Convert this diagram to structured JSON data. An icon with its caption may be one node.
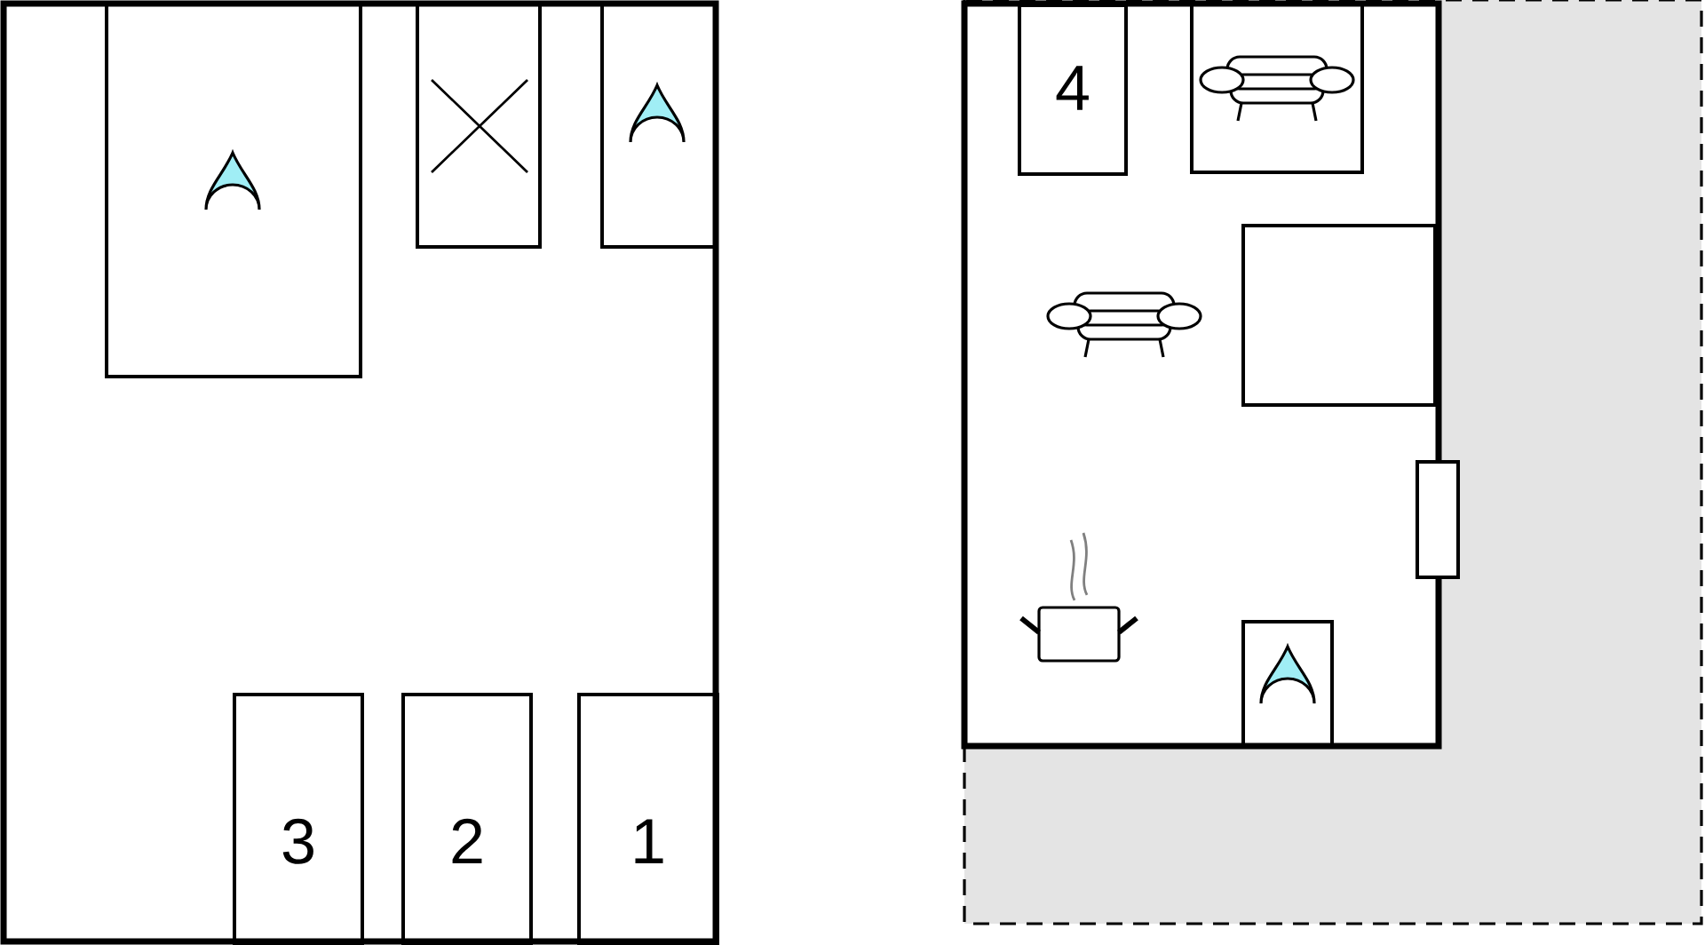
{
  "diagram": {
    "nodes": [
      {
        "text": [
          "3"
        ]
      },
      {
        "text": [
          "2"
        ]
      },
      {
        "text": [
          "1"
        ]
      },
      {
        "text": [
          "4"
        ]
      }
    ]
  }
}
